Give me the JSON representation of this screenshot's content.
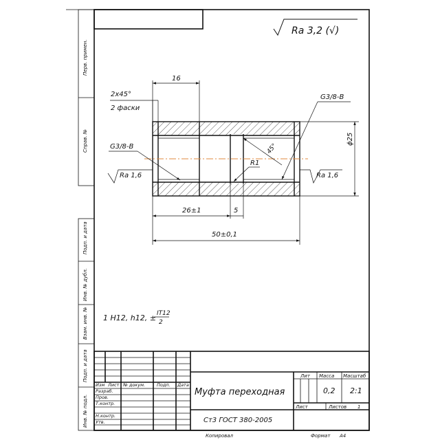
{
  "roughness": {
    "general": "Ra 3,2 (√)",
    "left": "Ra 1,6",
    "right": "Ra 1,6"
  },
  "dimensions": {
    "chamfer_size": "2x45°",
    "chamfer_count": "2 фаски",
    "length_16": "16",
    "thread_left": "G3/8-B",
    "thread_right": "G3/8-B",
    "radius": "R1",
    "angle": "45°",
    "diameter": "ϕ25",
    "length_26": "26±1",
    "groove_5": "5",
    "total_length": "50±0,1"
  },
  "tolerance_note": {
    "text": "1 H12, h12, ±",
    "numerator": "IT12",
    "denominator": "2"
  },
  "side_stamps": [
    "Перв. примен.",
    "Справ. №",
    "Подп. и дата",
    "Инв. № дубл.",
    "Взам. инв. №",
    "Подп. и дата",
    "Инв. № подл."
  ],
  "title_block": {
    "part_name": "Муфта переходная",
    "material": "Ст3 ГОСТ 380-2005",
    "rev_headers": [
      "Изм",
      "Лист",
      "№ докум.",
      "Подп.",
      "Дата"
    ],
    "roles": [
      "Разраб.",
      "Пров.",
      "Т.контр.",
      "",
      "Н.контр.",
      "Утв."
    ],
    "lit_label": "Лит",
    "mass_label": "Масса",
    "scale_label": "Масштаб",
    "mass": "0,2",
    "scale": "2:1",
    "sheet_label": "Лист",
    "sheets_label": "Листов",
    "sheets": "1"
  },
  "footer": {
    "copied": "Копировал",
    "format_label": "Формат",
    "format": "А4"
  }
}
